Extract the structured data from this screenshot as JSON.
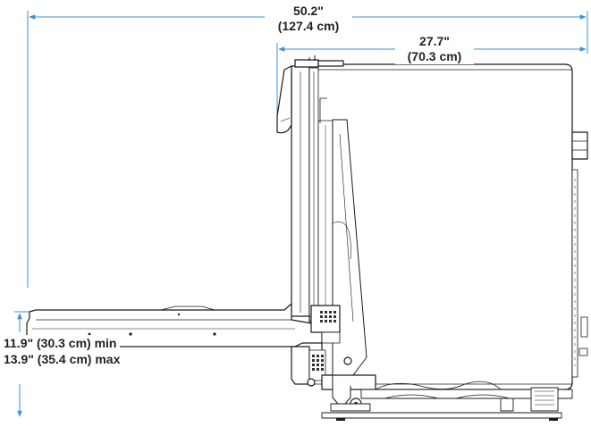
{
  "dimensions": {
    "overall_width": {
      "imperial": "50.2\"",
      "metric": "(127.4 cm)"
    },
    "cabinet_depth": {
      "imperial": "27.7\"",
      "metric": "(70.3 cm)"
    },
    "door_height": {
      "min": "11.9\" (30.3 cm) min",
      "max": "13.9\" (35.4 cm) max"
    }
  },
  "colors": {
    "dimension_line": "#3d8fd6",
    "outline": "#1a1a1a",
    "fill": "#ffffff",
    "accent": "#333333"
  }
}
